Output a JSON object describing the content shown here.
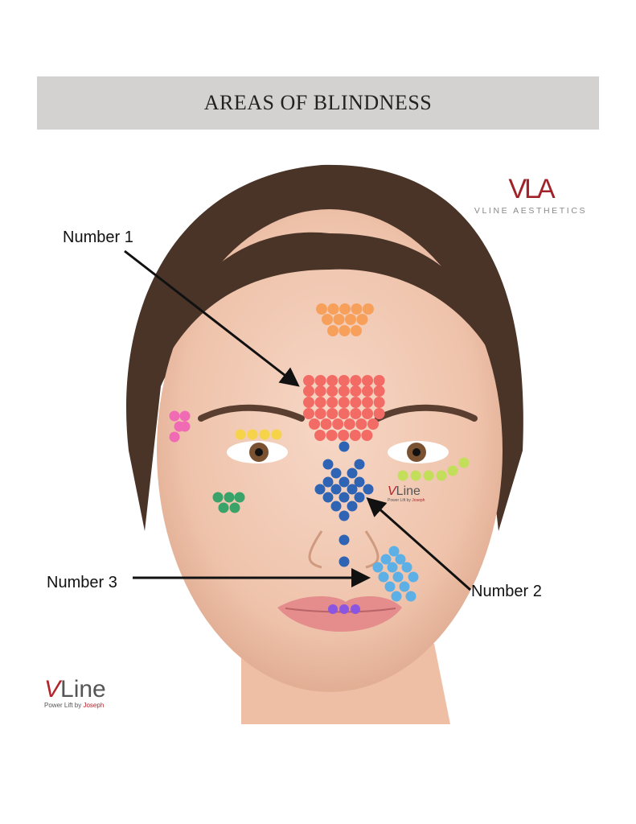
{
  "title": "AREAS OF BLINDNESS",
  "labels": {
    "number1": "Number 1",
    "number2": "Number 2",
    "number3": "Number 3"
  },
  "brand_top": {
    "mark": "VLA",
    "name": "VLINE AESTHETICS"
  },
  "brand_bottom": {
    "v": "V",
    "word": "Line",
    "tagline": "Power Lift by ",
    "tagline_name": "Joseph"
  },
  "brand_face": {
    "v": "V",
    "word": "Line",
    "tagline": "Power Lift by ",
    "tagline_name": "Joseph"
  },
  "zones": [
    {
      "name": "forehead",
      "color": "#f7a05c"
    },
    {
      "name": "glabella",
      "color": "#f36b65"
    },
    {
      "name": "nose",
      "color": "#2f64b4"
    },
    {
      "name": "nasolabial",
      "color": "#5cb0e6"
    },
    {
      "name": "lip",
      "color": "#8a55e0"
    },
    {
      "name": "temple",
      "color": "#f06bb4"
    },
    {
      "name": "upper-eyelid",
      "color": "#f5d44a"
    },
    {
      "name": "under-eye",
      "color": "#c2de5a"
    },
    {
      "name": "cheek",
      "color": "#3aa36a"
    }
  ]
}
